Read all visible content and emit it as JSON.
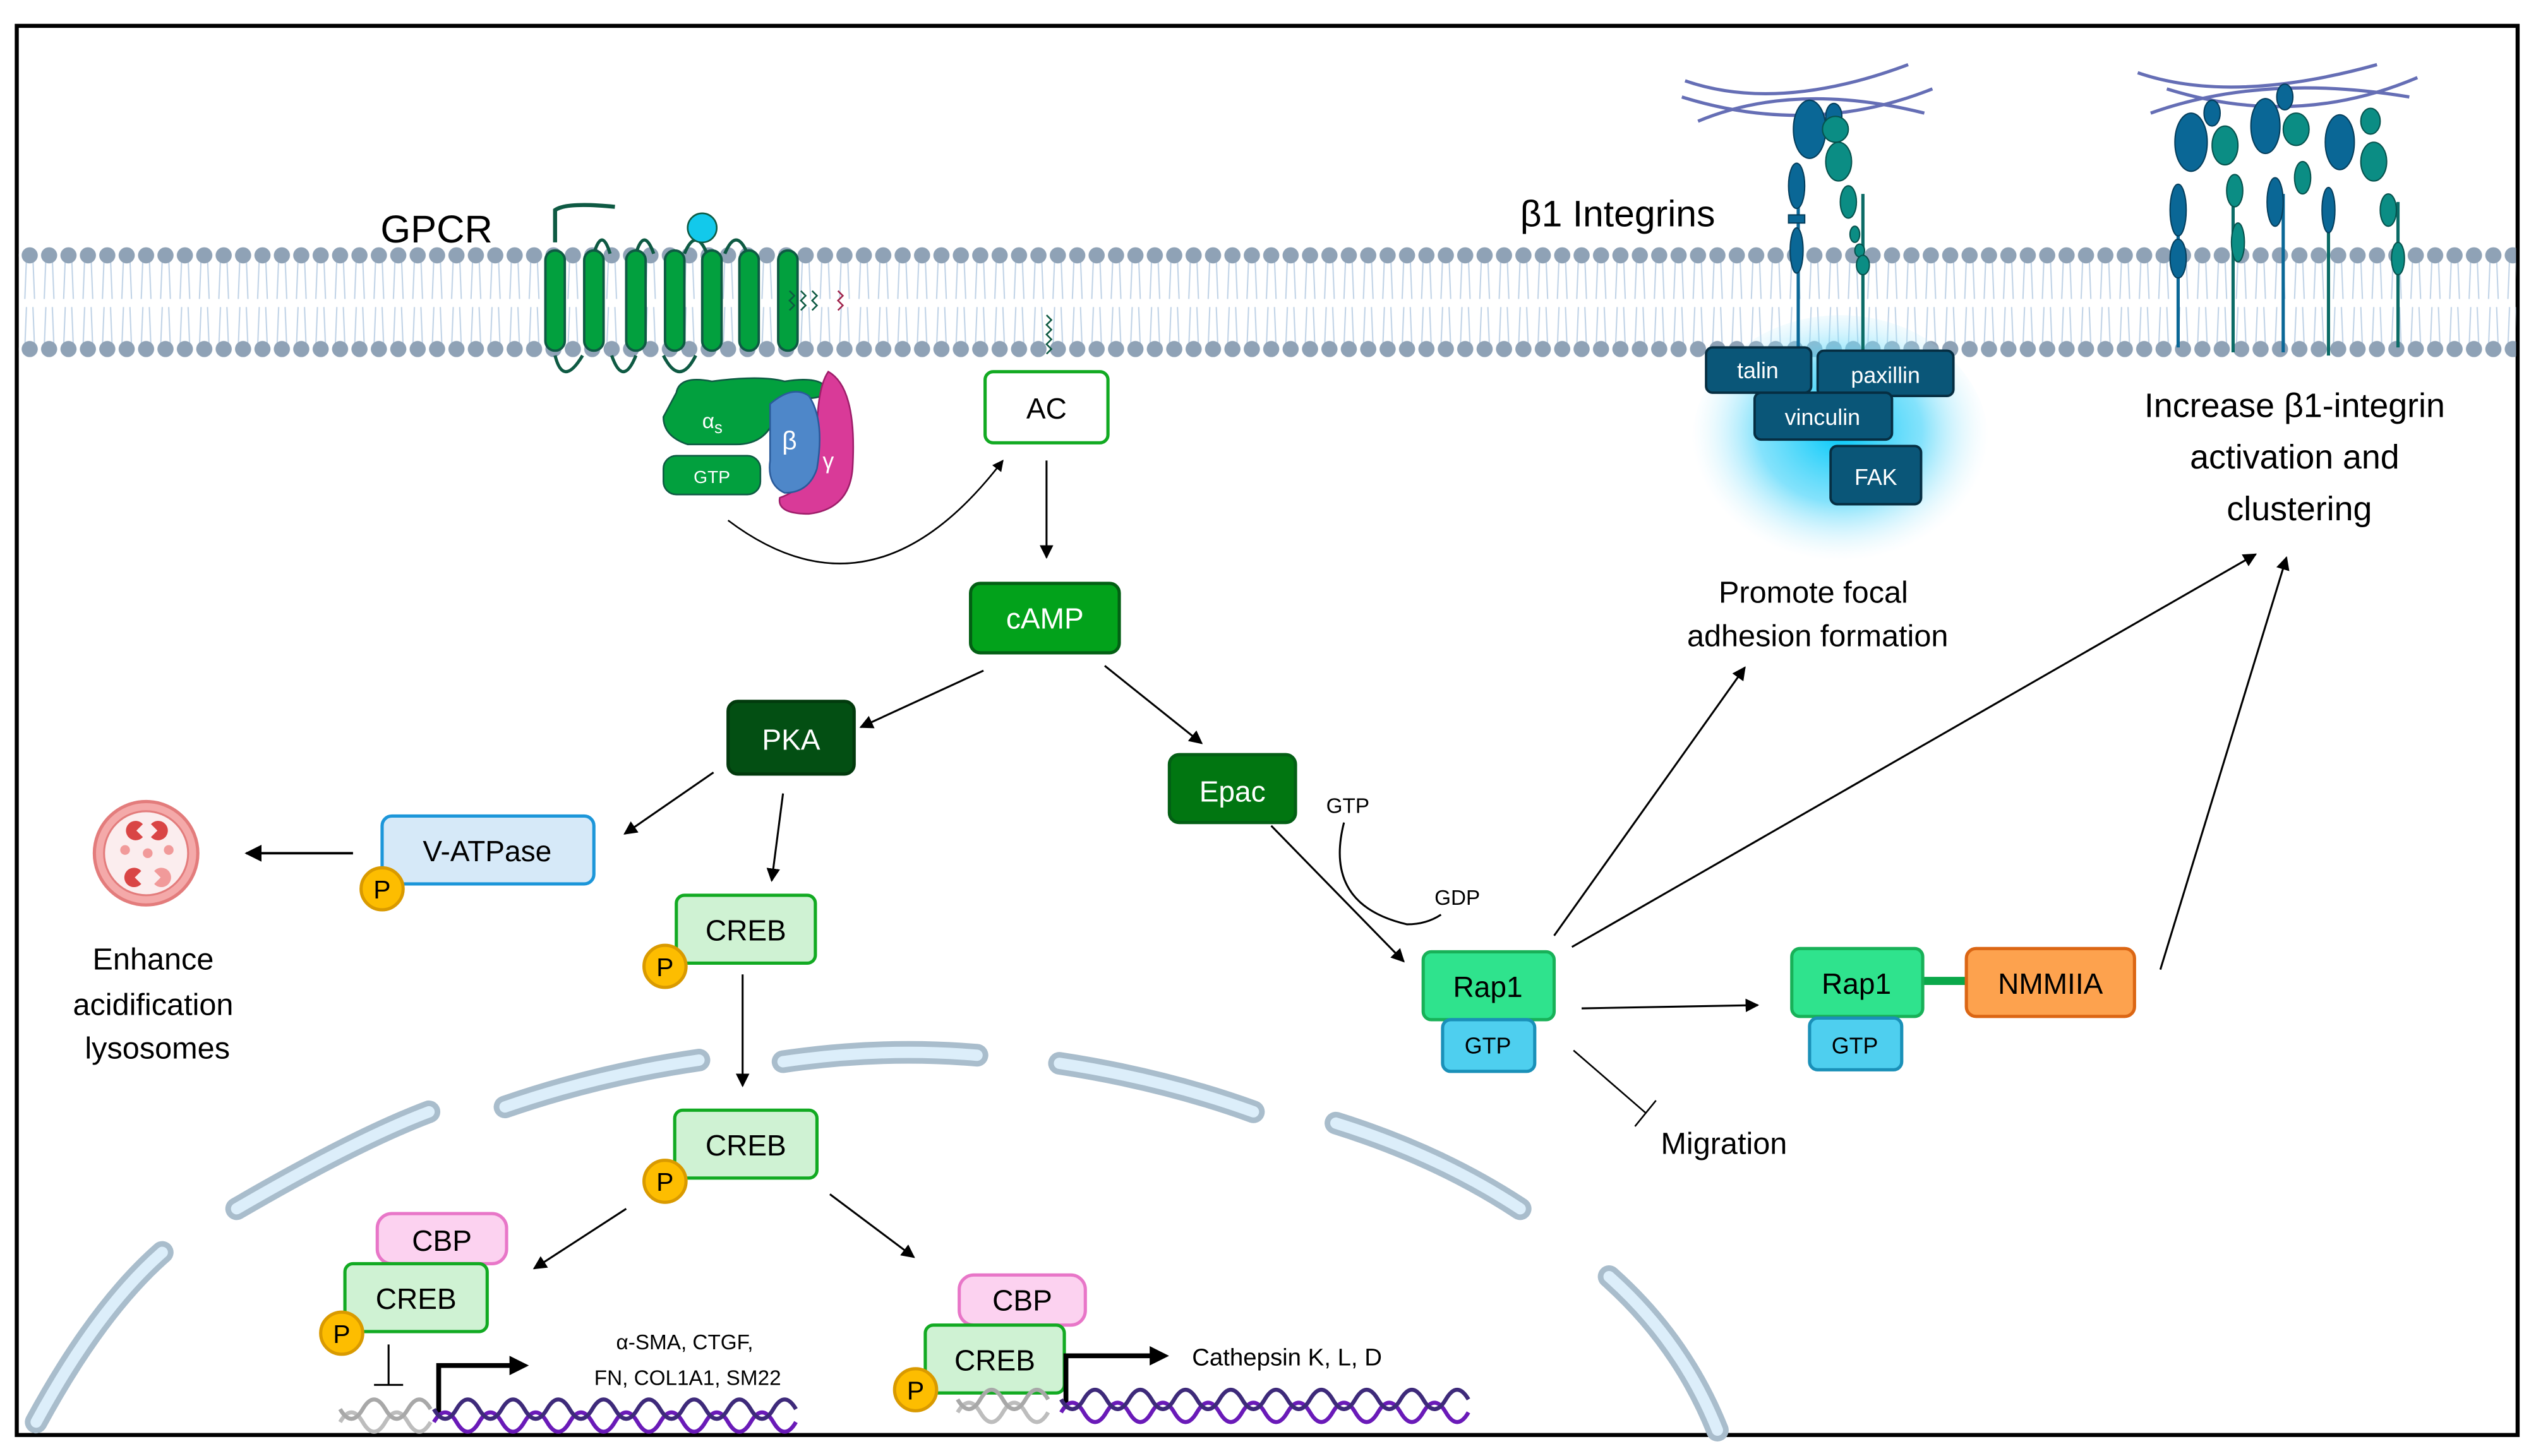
{
  "labels": {
    "gpcr": "GPCR",
    "alpha_s": "α",
    "alpha_s_sub": "s",
    "gtp_g": "GTP",
    "beta": "β",
    "gamma": "γ",
    "ac": "AC",
    "camp": "cAMP",
    "pka": "PKA",
    "epac": "Epac",
    "vatpase": "V-ATPase",
    "p": "P",
    "creb": "CREB",
    "cbp": "CBP",
    "lysosome_text": [
      "Enhance",
      "acidification",
      "lysosomes"
    ],
    "genes_1": [
      "α-SMA, CTGF,",
      "FN, COL1A1, SM22"
    ],
    "genes_2": "Cathepsin K, L, D",
    "gtp_in": "GTP",
    "gdp_out": "GDP",
    "rap1": "Rap1",
    "gtp_rap": "GTP",
    "nmmiia": "NMMIIA",
    "migration": "Migration",
    "integrins": "β1 Integrins",
    "talin": "talin",
    "paxillin": "paxillin",
    "vinculin": "vinculin",
    "fak": "FAK",
    "focal": [
      "Promote focal",
      "adhesion formation"
    ],
    "increase": [
      "Increase β1-integrin",
      "activation and",
      "clustering"
    ]
  },
  "colors": {
    "camp": "#02A21B",
    "pka": "#034F13",
    "epac": "#017611",
    "creb_fill": "#CFF2D3",
    "creb_stroke": "#12AA22",
    "cbp_fill": "#FCD2F0",
    "cbp_stroke": "#E876C8",
    "rap1": "#2FE38D",
    "gtp_rap": "#4ECFEF",
    "nmmiia": "#FDA24E",
    "phospho": "#FDBD00",
    "vatpase_fill": "#D6E9F8",
    "vatpase_stroke": "#1C96D9",
    "integrin_dark": "#0A6796",
    "integrin_teal": "#0B8D84",
    "focal_box": "#0A5678",
    "membrane_head": "#8FA2B6",
    "dna_purple": "#6A1AB8"
  }
}
